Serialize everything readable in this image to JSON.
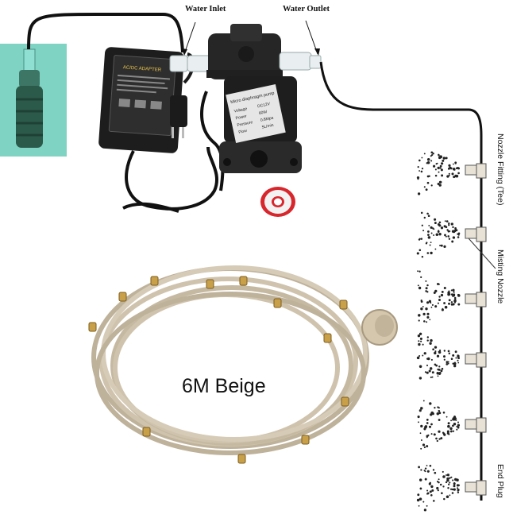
{
  "labels": {
    "water_inlet": "Water Inlet",
    "water_outlet": "Water Outlet",
    "nozzle_fitting": "Nozzle Fitting (Tee)",
    "misting_nozzle": "Misting Nozzle",
    "end_plug": "End Plug",
    "product_caption": "6M Beige"
  },
  "device_text": {
    "adapter_title": "AC/DC ADAPTER",
    "pump_label_title": "Micro diaphragm pump",
    "pump_rows": [
      {
        "k": "Voltage",
        "v": "DC12V"
      },
      {
        "k": "Power",
        "v": "60W"
      },
      {
        "k": "Pressure",
        "v": "0.8Mpa"
      },
      {
        "k": "Flow",
        "v": "5L/min"
      }
    ]
  },
  "colors": {
    "filter_bg": "#7fd3c3",
    "filter_body": "#2b5a4a",
    "tube_beige": "#cfc3ad",
    "brass": "#c9a04a",
    "tape_red": "#d8262d"
  }
}
